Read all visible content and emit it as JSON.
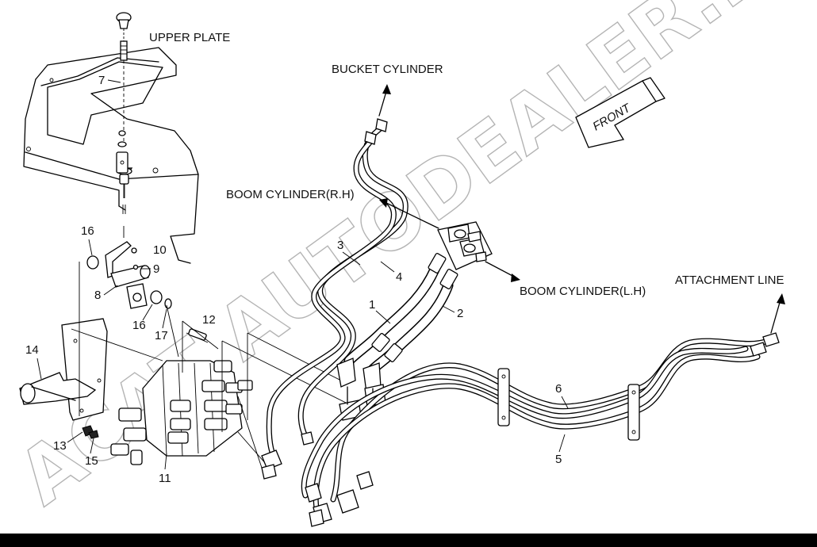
{
  "labels": {
    "upper_plate": "UPPER PLATE",
    "bucket_cylinder": "BUCKET CYLINDER",
    "boom_cylinder_rh": "BOOM CYLINDER(R.H)",
    "boom_cylinder_lh": "BOOM CYLINDER(L.H)",
    "attachment_line": "ATTACHMENT LINE",
    "front": "FRONT"
  },
  "watermark": "ACAT AUTODEALER.RU",
  "part_numbers": [
    "1",
    "2",
    "3",
    "4",
    "5",
    "6",
    "7",
    "8",
    "9",
    "10",
    "11",
    "12",
    "13",
    "14",
    "15",
    "16",
    "16",
    "17"
  ]
}
